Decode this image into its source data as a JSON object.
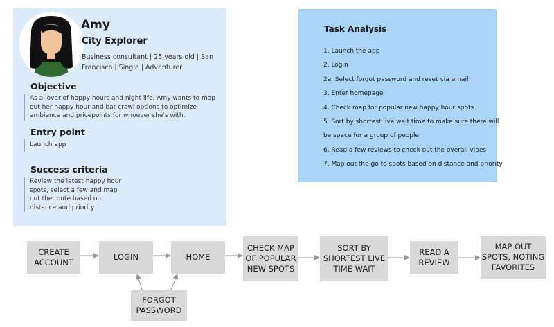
{
  "persona": {
    "name": "Amy",
    "role": "City Explorer",
    "details": "Business consultant | 25 years old | San Francisco | Single | Adventurer",
    "objective": {
      "title": "Objective",
      "text": "As a lover of happy hours and night life, Amy wants to map out her happy hour and bar crawl options to optimize ambience and pricepoints for whoever she's with."
    },
    "entry_point": {
      "title": "Entry point",
      "text": "Launch app"
    },
    "success_criteria": {
      "title": "Success criteria",
      "text": "Review the latest happy hour spots, select a few and map out the route based on distance and priority"
    }
  },
  "task_analysis": {
    "title": "Task Analysis",
    "steps": [
      "1. Launch the app",
      "2. Login",
      "2a. Select forgot password and reset via email",
      "3. Enter homepage",
      "4. Check map for popular new happy hour spots",
      "5. Sort by shortest live wait time to make sure there will",
      "be space for a group of people",
      "6. Read a few reviews to check out the overall vibes",
      "7. Map out the go to spots based on distance and priority"
    ]
  },
  "flow": {
    "create_account": "CREATE ACCOUNT",
    "login": "LOGIN",
    "home": "HOME",
    "check_map": "CHECK MAP OF POPULAR NEW SPOTS",
    "sort": "SORT BY SHORTEST LIVE TIME WAIT",
    "read_review": "READ A REVIEW",
    "map_out": "MAP OUT SPOTS, NOTING FAVORITES",
    "forgot_password": "FORGOT PASSWORD"
  },
  "colors": {
    "persona_card": "#dcebfb",
    "task_card": "#a9d6f8",
    "flow_box": "#d9d9d9",
    "arrow": "#9a9a9a"
  }
}
